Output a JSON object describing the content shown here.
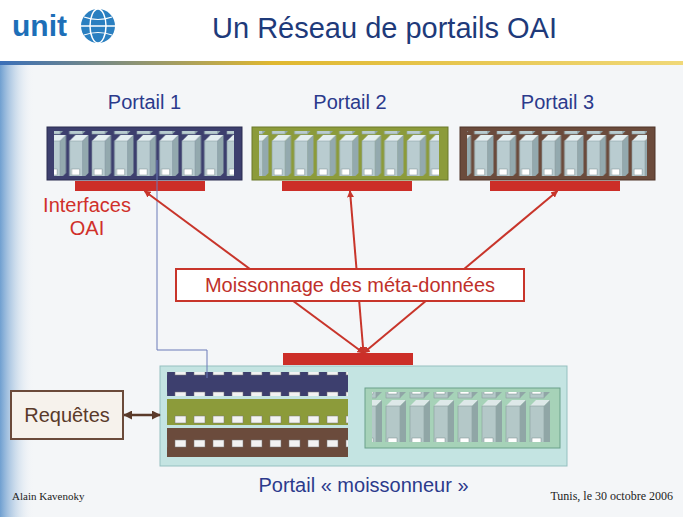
{
  "diagram": {
    "title": "Un Réseau de portails OAI",
    "nodes": [
      {
        "text": [
          "Portail 1"
        ]
      },
      {
        "text": [
          "Portail 2"
        ]
      },
      {
        "text": [
          "Portail 3"
        ]
      },
      {
        "text": [
          "Moissonnage des méta-données"
        ]
      },
      {
        "text": [
          "Portail « moissonneur »"
        ]
      },
      {
        "text": [
          "Requêtes"
        ]
      }
    ],
    "edges": [
      {
        "from": 4,
        "to": 0,
        "arrow": "both"
      },
      {
        "from": 4,
        "to": 1,
        "arrow": "both"
      },
      {
        "from": 4,
        "to": 2,
        "arrow": "both"
      },
      {
        "from": 5,
        "to": 4,
        "arrow": "both"
      }
    ],
    "labels": [
      "unit",
      "Interfaces OAI",
      "Alain Kavenoky",
      "Tunis, le 30 octobre 2006"
    ]
  }
}
